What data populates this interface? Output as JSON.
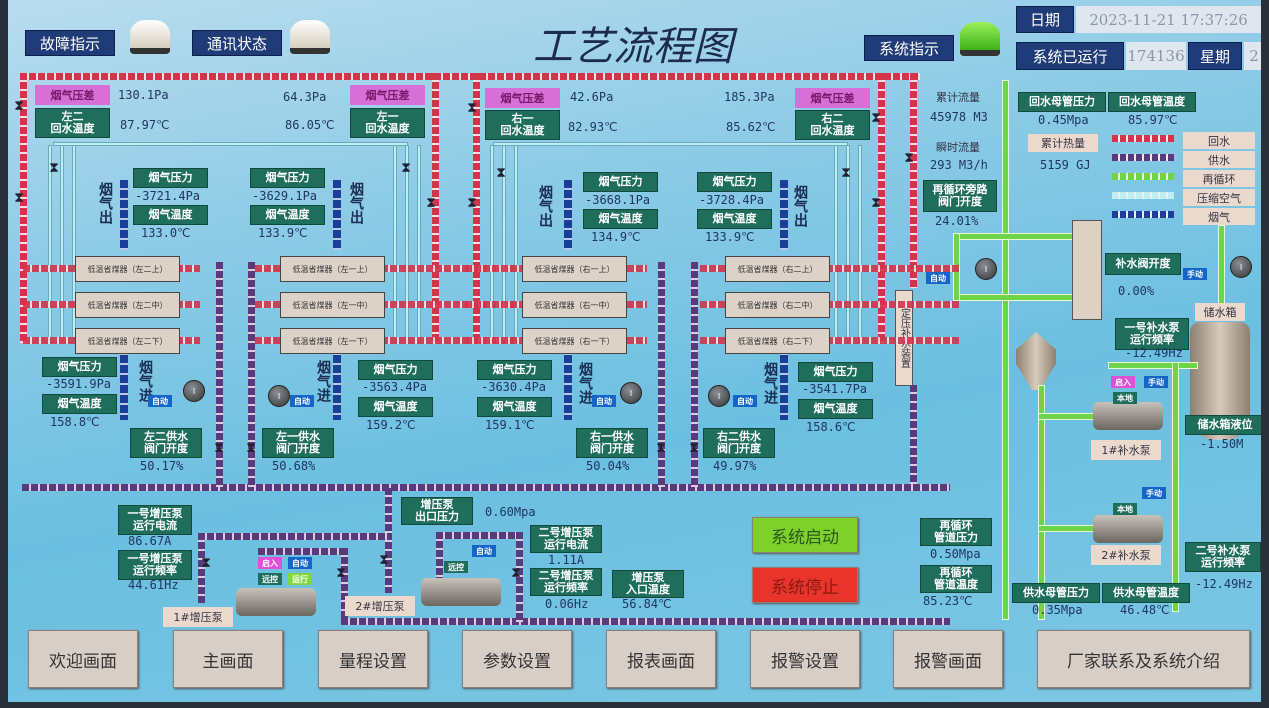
{
  "header": {
    "title": "工艺流程图",
    "fault": "故障指示",
    "comm": "通讯状态",
    "system": "系统指示",
    "date_label": "日期",
    "date_value": "2023-11-21 17:37:26",
    "runtime_label": "系统已运行",
    "runtime_value": "174136",
    "weekday_label": "星期",
    "weekday_value": "2",
    "lamp_colors": {
      "fault": "#e8e2d6",
      "comm": "#e8e2d6",
      "system": "#5fd02a"
    }
  },
  "units": {
    "l2": {
      "dp_label": "烟气压差",
      "dp": "130.1Pa",
      "rt_label": "左二\n回水温度",
      "rt": "87.97℃",
      "out_p_label": "烟气压力",
      "out_p": "-3721.4Pa",
      "out_t_label": "烟气温度",
      "out_t": "133.0℃",
      "flue_out": "烟气出",
      "flue_in": "烟气进",
      "heaters": [
        "低温省煤器（左二上）",
        "低温省煤器（左二中）",
        "低温省煤器（左二下）"
      ],
      "in_p_label": "烟气压力",
      "in_p": "-3591.9Pa",
      "in_t_label": "烟气温度",
      "in_t": "158.8℃",
      "valve_label": "左二供水\n阀门开度",
      "valve": "50.17%",
      "mode": "自动"
    },
    "l1": {
      "dp_label": "烟气压差",
      "dp": "64.3Pa",
      "rt_label": "左一\n回水温度",
      "rt": "86.05℃",
      "out_p_label": "烟气压力",
      "out_p": "-3629.1Pa",
      "out_t_label": "烟气温度",
      "out_t": "133.9℃",
      "flue_out": "烟气出",
      "flue_in": "烟气进",
      "heaters": [
        "低温省煤器（左一上）",
        "低温省煤器（左一中）",
        "低温省煤器（左一下）"
      ],
      "in_p_label": "烟气压力",
      "in_p": "-3563.4Pa",
      "in_t_label": "烟气温度",
      "in_t": "159.2℃",
      "valve_label": "左一供水\n阀门开度",
      "valve": "50.68%",
      "mode": "自动"
    },
    "r1": {
      "dp_label": "烟气压差",
      "dp": "42.6Pa",
      "rt_label": "右一\n回水温度",
      "rt": "82.93℃",
      "out_p_label": "烟气压力",
      "out_p": "-3668.1Pa",
      "out_t_label": "烟气温度",
      "out_t": "134.9℃",
      "flue_out": "烟气出",
      "flue_in": "烟气进",
      "heaters": [
        "低温省煤器（右一上）",
        "低温省煤器（右一中）",
        "低温省煤器（右一下）"
      ],
      "in_p_label": "烟气压力",
      "in_p": "-3630.4Pa",
      "in_t_label": "烟气温度",
      "in_t": "159.1℃",
      "valve_label": "右一供水\n阀门开度",
      "valve": "50.04%",
      "mode": "自动"
    },
    "r2": {
      "dp_label": "烟气压差",
      "dp": "185.3Pa",
      "rt_label": "右二\n回水温度",
      "rt": "85.62℃",
      "out_p_label": "烟气压力",
      "out_p": "-3728.4Pa",
      "out_t_label": "烟气温度",
      "out_t": "133.9℃",
      "flue_out": "烟气出",
      "flue_in": "烟气进",
      "heaters": [
        "低温省煤器（右二上）",
        "低温省煤器（右二中）",
        "低温省煤器（右二下）"
      ],
      "in_p_label": "烟气压力",
      "in_p": "-3541.7Pa",
      "in_t_label": "烟气温度",
      "in_t": "158.6℃",
      "valve_label": "右二供水\n阀门开度",
      "valve": "49.97%",
      "mode": "自动"
    }
  },
  "right": {
    "flow_total_label": "累计流量",
    "flow_total": "45978 M3",
    "flow_inst_label": "瞬时流量",
    "flow_inst": "293 M3/h",
    "bypass_label": "再循环旁路\n阀门开度",
    "bypass": "24.01%",
    "ret_p_label": "回水母管压力",
    "ret_p": "0.45Mpa",
    "ret_t_label": "回水母管温度",
    "ret_t": "85.97℃",
    "heat_label": "累计热量",
    "heat": "5159 GJ",
    "makeup_valve_label": "补水阀开度",
    "makeup_valve": "0.00%",
    "manual": "手动",
    "tank": "储水箱",
    "pump1_freq_label": "一号补水泵\n运行频率",
    "pump1_freq": "-12.49Hz",
    "tank_level_label": "储水箱液位",
    "tank_level": "-1.50M",
    "pump1": "1#补水泵",
    "pump2": "2#补水泵",
    "pump2_freq_label": "二号补水泵\n运行频率",
    "pump2_freq": "-12.49Hz",
    "sup_p_label": "供水母管压力",
    "sup_p": "0.35Mpa",
    "sup_t_label": "供水母管温度",
    "sup_t": "46.48℃",
    "recirc_p_label": "再循环\n管道压力",
    "recirc_p": "0.50Mpa",
    "recirc_t_label": "再循环\n管道温度",
    "recirc_t": "85.23℃",
    "device": "定压补水装置",
    "auto": "自动",
    "enter": "启入",
    "local": "本地"
  },
  "legend": [
    {
      "label": "回水",
      "color": "#d2344a"
    },
    {
      "label": "供水",
      "color": "#5a3a7a"
    },
    {
      "label": "再循环",
      "color": "#6fd44a"
    },
    {
      "label": "压缩空气",
      "color": "#bfeef2"
    },
    {
      "label": "烟气",
      "color": "#1a3f96"
    }
  ],
  "booster": {
    "p1_cur_label": "一号增压泵\n运行电流",
    "p1_cur": "86.67A",
    "p1_freq_label": "一号增压泵\n运行频率",
    "p1_freq": "44.61Hz",
    "out_p_label": "增压泵\n出口压力",
    "out_p": "0.60Mpa",
    "p2_cur_label": "二号增压泵\n运行电流",
    "p2_cur": "1.11A",
    "p2_freq_label": "二号增压泵\n运行频率",
    "p2_freq": "0.06Hz",
    "in_t_label": "增压泵\n入口温度",
    "in_t": "56.84℃",
    "p1": "1#增压泵",
    "p2": "2#增压泵",
    "enter": "启入",
    "auto": "自动",
    "remote": "远控",
    "run": "运行"
  },
  "controls": {
    "start": "系统启动",
    "stop": "系统停止",
    "start_color": "#7fd02a",
    "stop_color": "#e8342b"
  },
  "nav": [
    "欢迎画面",
    "主画面",
    "量程设置",
    "参数设置",
    "报表画面",
    "报警设置",
    "报警画面",
    "厂家联系及系统介绍"
  ]
}
